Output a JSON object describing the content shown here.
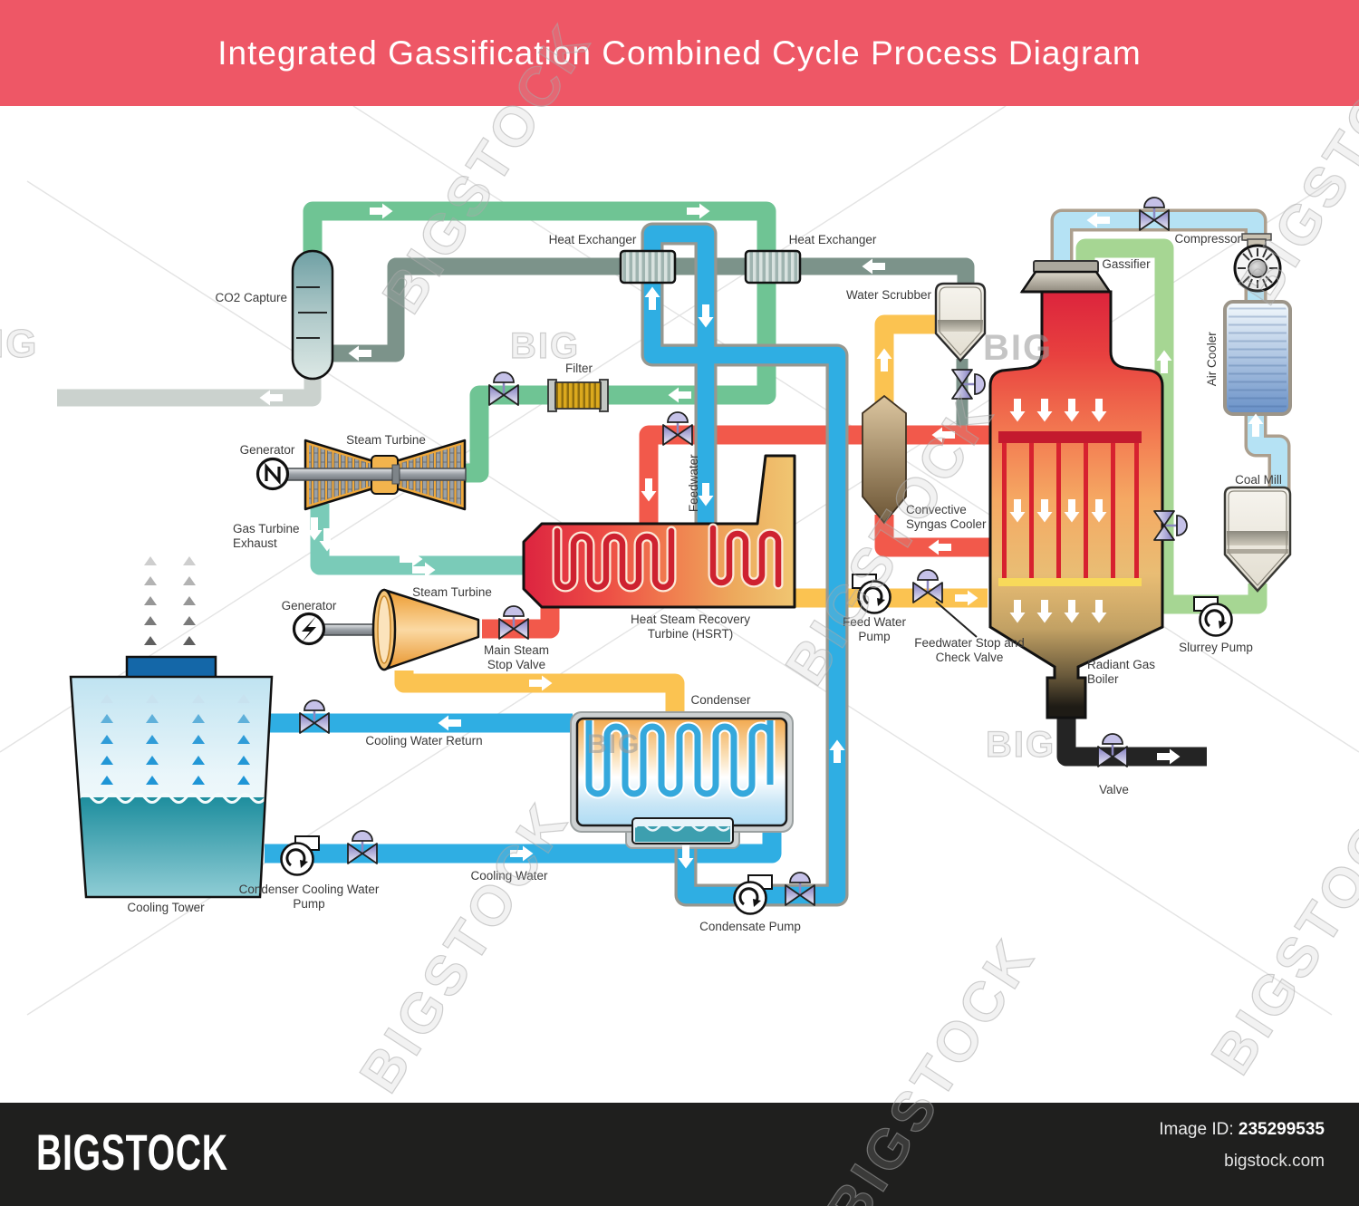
{
  "header": {
    "title": "Integrated Gassification Combined Cycle Process Diagram",
    "bg_color": "#EE5766"
  },
  "labels": {
    "co2_capture": "CO2 Capture",
    "heat_exchanger": "Heat Exchanger",
    "water_scrubber": "Water Scrubber",
    "gassifier": "Gassifier",
    "compressor": "Compressor",
    "air_cooler": "Air Cooler",
    "coal_mill": "Coal Mill",
    "slurrey_pump": "Slurrey Pump",
    "filter": "Filter",
    "generator": "Generator",
    "steam_turbine": "Steam Turbine",
    "gas_turbine_exhaust": "Gas Turbine Exhaust",
    "main_steam_stop_valve": "Main Steam Stop Valve",
    "feedwater": "Feedwater",
    "hsrt": "Heat Steam Recovery Turbine (HSRT)",
    "feed_water_pump": "Feed Water Pump",
    "feedwater_stop_check_valve": "Feedwater Stop and Check Valve",
    "convective_syngas_cooler": "Convective Syngas Cooler",
    "radiant_gas_boiler": "Radiant Gas Boiler",
    "valve": "Valve",
    "condenser": "Condenser",
    "cooling_water_return": "Cooling Water Return",
    "cooling_water": "Cooling Water",
    "cooling_tower": "Cooling Tower",
    "condenser_cooling_water_pump": "Condenser Cooling Water Pump",
    "condensate_pump": "Condensate Pump"
  },
  "watermark": {
    "text": "BIGSTOCK",
    "short": "BIG",
    "tiny": "IG"
  },
  "footer": {
    "brand": "BIGSTOCK",
    "image_id_label": "Image ID:",
    "image_id": "235299535",
    "site": "bigstock.com"
  },
  "colors": {
    "header_pink": "#EE5766",
    "pipe_green": "#6FC494",
    "pipe_sage": "#7C938A",
    "pipe_blue": "#2FAEE3",
    "pipe_teal": "#7ACBB8",
    "pipe_red": "#F2594B",
    "pipe_yellow": "#FBC351",
    "pipe_air_blue": "#B5E2F4",
    "pipe_light_green": "#A6D693",
    "pipe_black": "#242424",
    "valve_purple": "#8F8ACB",
    "footer_black": "#1F1F1E"
  }
}
